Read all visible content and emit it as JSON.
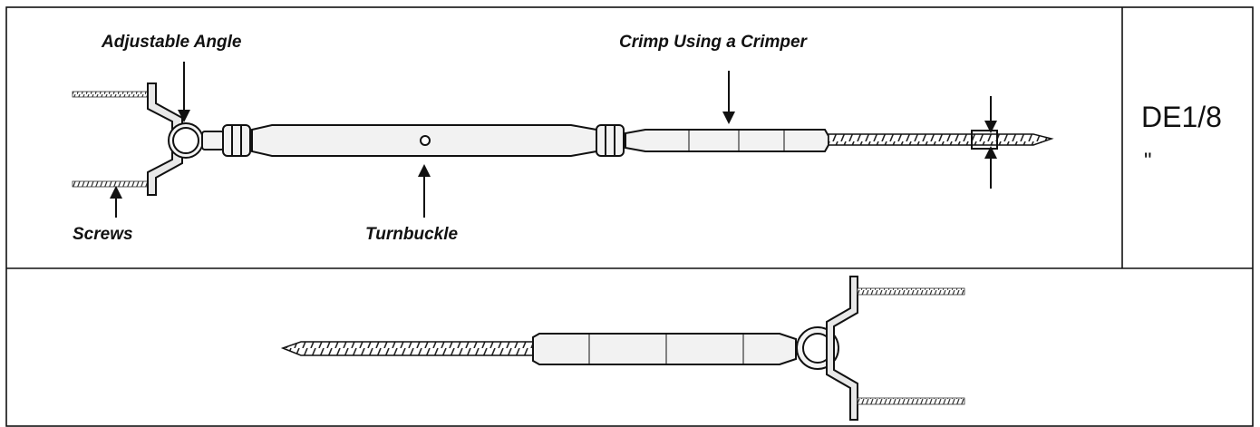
{
  "labels": {
    "adjustable_angle": "Adjustable Angle",
    "crimp": "Crimp Using a Crimper",
    "screws": "Screws",
    "turnbuckle": "Turnbuckle"
  },
  "product": {
    "code": "DE1/8",
    "code_suffix": "\""
  },
  "colors": {
    "line": "#111111",
    "fill": "#f2f2f2",
    "background": "#ffffff"
  }
}
